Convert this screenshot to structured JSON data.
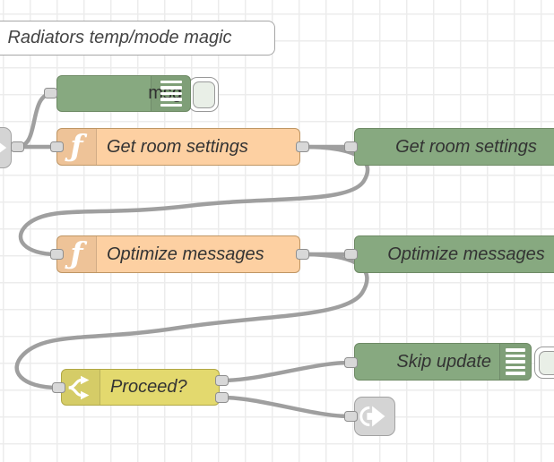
{
  "app": "node-red-flow-editor",
  "canvas": {
    "background": "#ffffff",
    "grid_color": "#ececec",
    "wire_color": "#9f9f9f"
  },
  "colors": {
    "function_node": "#fdd0a2",
    "debug_node": "#87a980",
    "link_node": "#87a980",
    "switch_node": "#e3d96e",
    "link_small_node": "#d4d4d4",
    "comment_node": "#ffffff",
    "label_text": "#333333",
    "port_fill": "#d8d8d8"
  },
  "nodes": {
    "comment": {
      "label": "Radiators temp/mode magic"
    },
    "debug_msg": {
      "label": "msg"
    },
    "function_get_room": {
      "label": "Get room settings"
    },
    "link_out_get_room": {
      "label": "Get room settings"
    },
    "function_optimize": {
      "label": "Optimize messages"
    },
    "link_out_optimize": {
      "label": "Optimize messages"
    },
    "switch_proceed": {
      "label": "Proceed?"
    },
    "debug_skip": {
      "label": "Skip update"
    }
  }
}
